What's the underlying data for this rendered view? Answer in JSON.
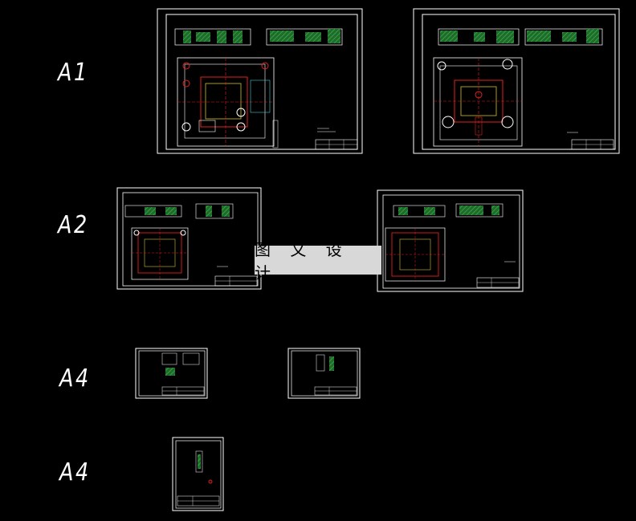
{
  "labels": {
    "a1": "A1",
    "a2": "A2",
    "a4_row1": "A4",
    "a4_row2": "A4"
  },
  "watermark": "图 文 设 计",
  "colors": {
    "background": "#000000",
    "border": "#ffffff",
    "hatch": "#2c8a3a",
    "line_red": "#e02020",
    "line_yellow": "#d8c020",
    "line_cyan": "#40c8d8"
  }
}
